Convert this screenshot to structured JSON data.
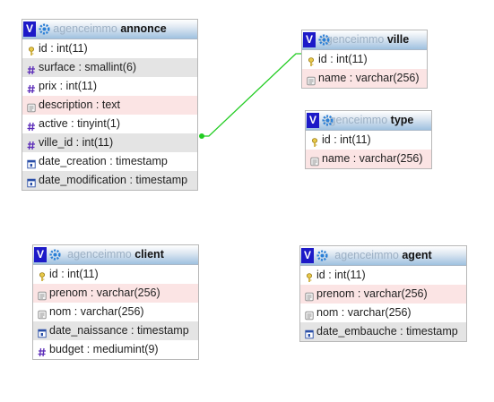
{
  "tables": {
    "annonce": {
      "db": "agenceimmo",
      "name": "annonce",
      "fields": [
        {
          "text": "id : int(11)",
          "icon": "key"
        },
        {
          "text": "surface : smallint(6)",
          "icon": "hash"
        },
        {
          "text": "prix : int(11)",
          "icon": "hash"
        },
        {
          "text": "description : text",
          "icon": "text"
        },
        {
          "text": "active : tinyint(1)",
          "icon": "hash"
        },
        {
          "text": "ville_id : int(11)",
          "icon": "hash"
        },
        {
          "text": "date_creation : timestamp",
          "icon": "calendar"
        },
        {
          "text": "date_modification : timestamp",
          "icon": "calendar"
        }
      ]
    },
    "ville": {
      "db": "agenceimmo",
      "name": "ville",
      "fields": [
        {
          "text": "id : int(11)",
          "icon": "key"
        },
        {
          "text": "name : varchar(256)",
          "icon": "text"
        }
      ]
    },
    "type": {
      "db": "agenceimmo",
      "name": "type",
      "fields": [
        {
          "text": "id : int(11)",
          "icon": "key"
        },
        {
          "text": "name : varchar(256)",
          "icon": "text"
        }
      ]
    },
    "client": {
      "db": "agenceimmo",
      "name": "client",
      "fields": [
        {
          "text": "id : int(11)",
          "icon": "key"
        },
        {
          "text": "prenom : varchar(256)",
          "icon": "text"
        },
        {
          "text": "nom : varchar(256)",
          "icon": "text"
        },
        {
          "text": "date_naissance : timestamp",
          "icon": "calendar"
        },
        {
          "text": "budget : mediumint(9)",
          "icon": "hash"
        }
      ]
    },
    "agent": {
      "db": "agenceimmo",
      "name": "agent",
      "fields": [
        {
          "text": "id : int(11)",
          "icon": "key"
        },
        {
          "text": "prenom : varchar(256)",
          "icon": "text"
        },
        {
          "text": "nom : varchar(256)",
          "icon": "text"
        },
        {
          "text": "date_embauche : timestamp",
          "icon": "calendar"
        }
      ]
    }
  },
  "header_badge": "V",
  "relation": {
    "from": "annonce.ville_id",
    "to": "ville.id",
    "color": "#22cc22"
  }
}
